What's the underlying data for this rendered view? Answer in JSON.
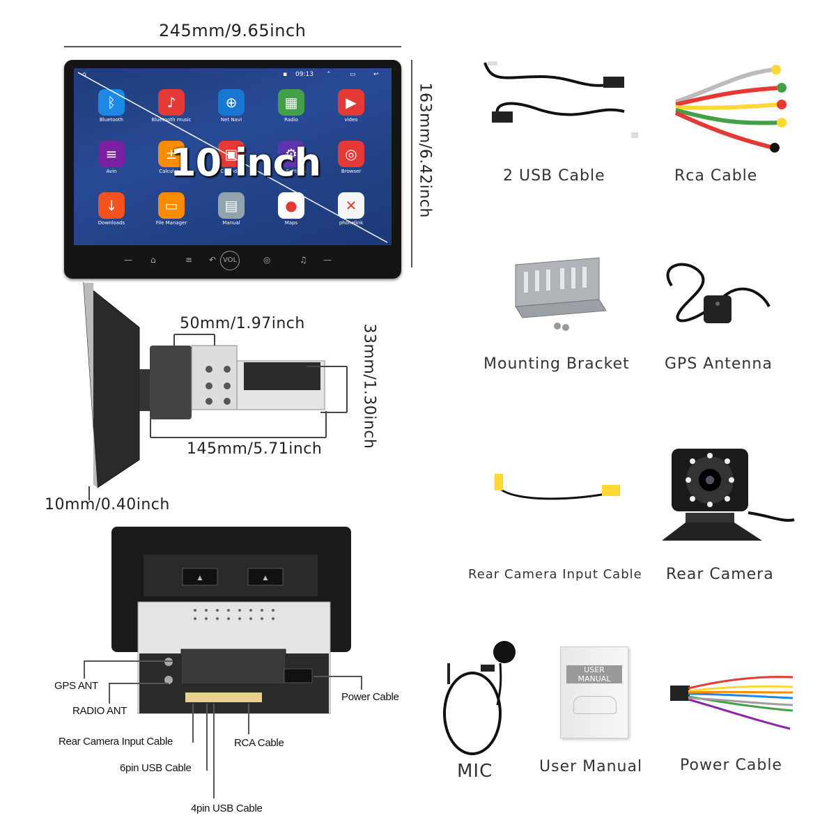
{
  "dimensions": {
    "width": "245mm/9.65inch",
    "height": "163mm/6.42inch",
    "chassis_top": "50mm/1.97inch",
    "chassis_height": "33mm/1.30inch",
    "chassis_length": "145mm/5.71inch",
    "screen_depth": "10mm/0.40inch"
  },
  "screen": {
    "size_tag": "10.inch",
    "time": "09:13",
    "apps": [
      {
        "name": "Bluetooth",
        "color": "#1e88e5",
        "glyph": "ᛒ"
      },
      {
        "name": "Bluetooth music",
        "color": "#e53935",
        "glyph": "♪"
      },
      {
        "name": "Net Navi",
        "color": "#1976d2",
        "glyph": "⊕"
      },
      {
        "name": "Radio",
        "color": "#43a047",
        "glyph": "▦"
      },
      {
        "name": "video",
        "color": "#e53935",
        "glyph": "▶"
      },
      {
        "name": "Avin",
        "color": "#7b1fa2",
        "glyph": "≡"
      },
      {
        "name": "Calculator",
        "color": "#fb8c00",
        "glyph": "±"
      },
      {
        "name": "Calender",
        "color": "#e53935",
        "glyph": "▣"
      },
      {
        "name": "Car Settings",
        "color": "#5e35b1",
        "glyph": "⚙"
      },
      {
        "name": "Browser",
        "color": "#e53935",
        "glyph": "◎"
      },
      {
        "name": "Downloads",
        "color": "#f4511e",
        "glyph": "↓"
      },
      {
        "name": "File Manager",
        "color": "#fb8c00",
        "glyph": "▭"
      },
      {
        "name": "Manual",
        "color": "#90a4ae",
        "glyph": "▤"
      },
      {
        "name": "Maps",
        "color": "#ffffff",
        "glyph": "●"
      },
      {
        "name": "phonelink",
        "color": "#f5f5f5",
        "glyph": "✕"
      }
    ]
  },
  "accessories": {
    "usb": "2 USB Cable",
    "rca": "Rca Cable",
    "bracket": "Mounting Bracket",
    "gps": "GPS Antenna",
    "rear_cam_cable": "Rear Camera Input Cable",
    "rear_cam": "Rear Camera",
    "mic": "MIC",
    "manual": "User Manual",
    "manual_cover": "USER MANUAL",
    "power": "Power Cable"
  },
  "back_labels": {
    "gps_ant": "GPS ANT",
    "radio_ant": "RADIO ANT",
    "rear_cam_input": "Rear Camera Input Cable",
    "six_pin": "6pin USB Cable",
    "four_pin": "4pin USB Cable",
    "rca": "RCA Cable",
    "power": "Power Cable"
  }
}
